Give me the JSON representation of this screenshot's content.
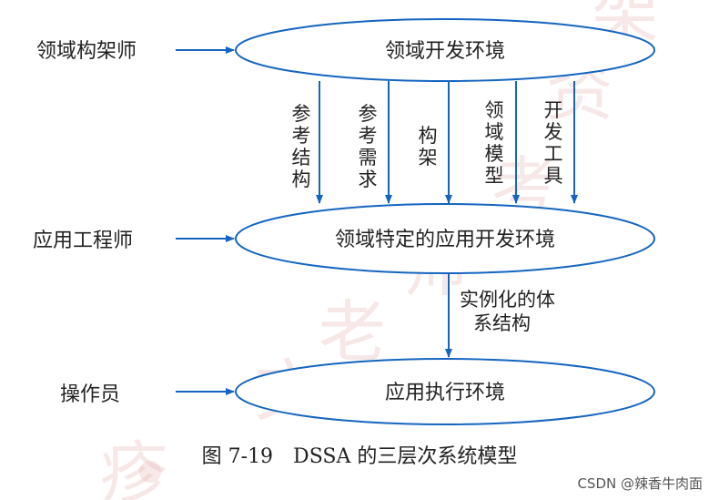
{
  "roles": {
    "domain_architect": "领域构架师",
    "application_engineer": "应用工程师",
    "operator": "操作员"
  },
  "environments": {
    "domain_dev": "领域开发环境",
    "domain_specific_dev": "领域特定的应用开发环境",
    "app_runtime": "应用执行环境"
  },
  "links": {
    "reference_architecture": [
      "参",
      "考",
      "结",
      "构"
    ],
    "reference_requirements": [
      "参",
      "考",
      "需",
      "求"
    ],
    "architecture": [
      "构",
      "架"
    ],
    "domain_model": [
      "领",
      "域",
      "模",
      "型"
    ],
    "dev_tools": [
      "开",
      "发",
      "工",
      "具"
    ],
    "instantiated_architecture": [
      "实例化的体",
      "系结构"
    ]
  },
  "caption": "图 7-19　DSSA 的三层次系统模型",
  "watermark": "CSDN @辣香牛肉面",
  "colors": {
    "line": "#1565c0",
    "text": "#222222",
    "stamp": "#e8b7b5"
  }
}
